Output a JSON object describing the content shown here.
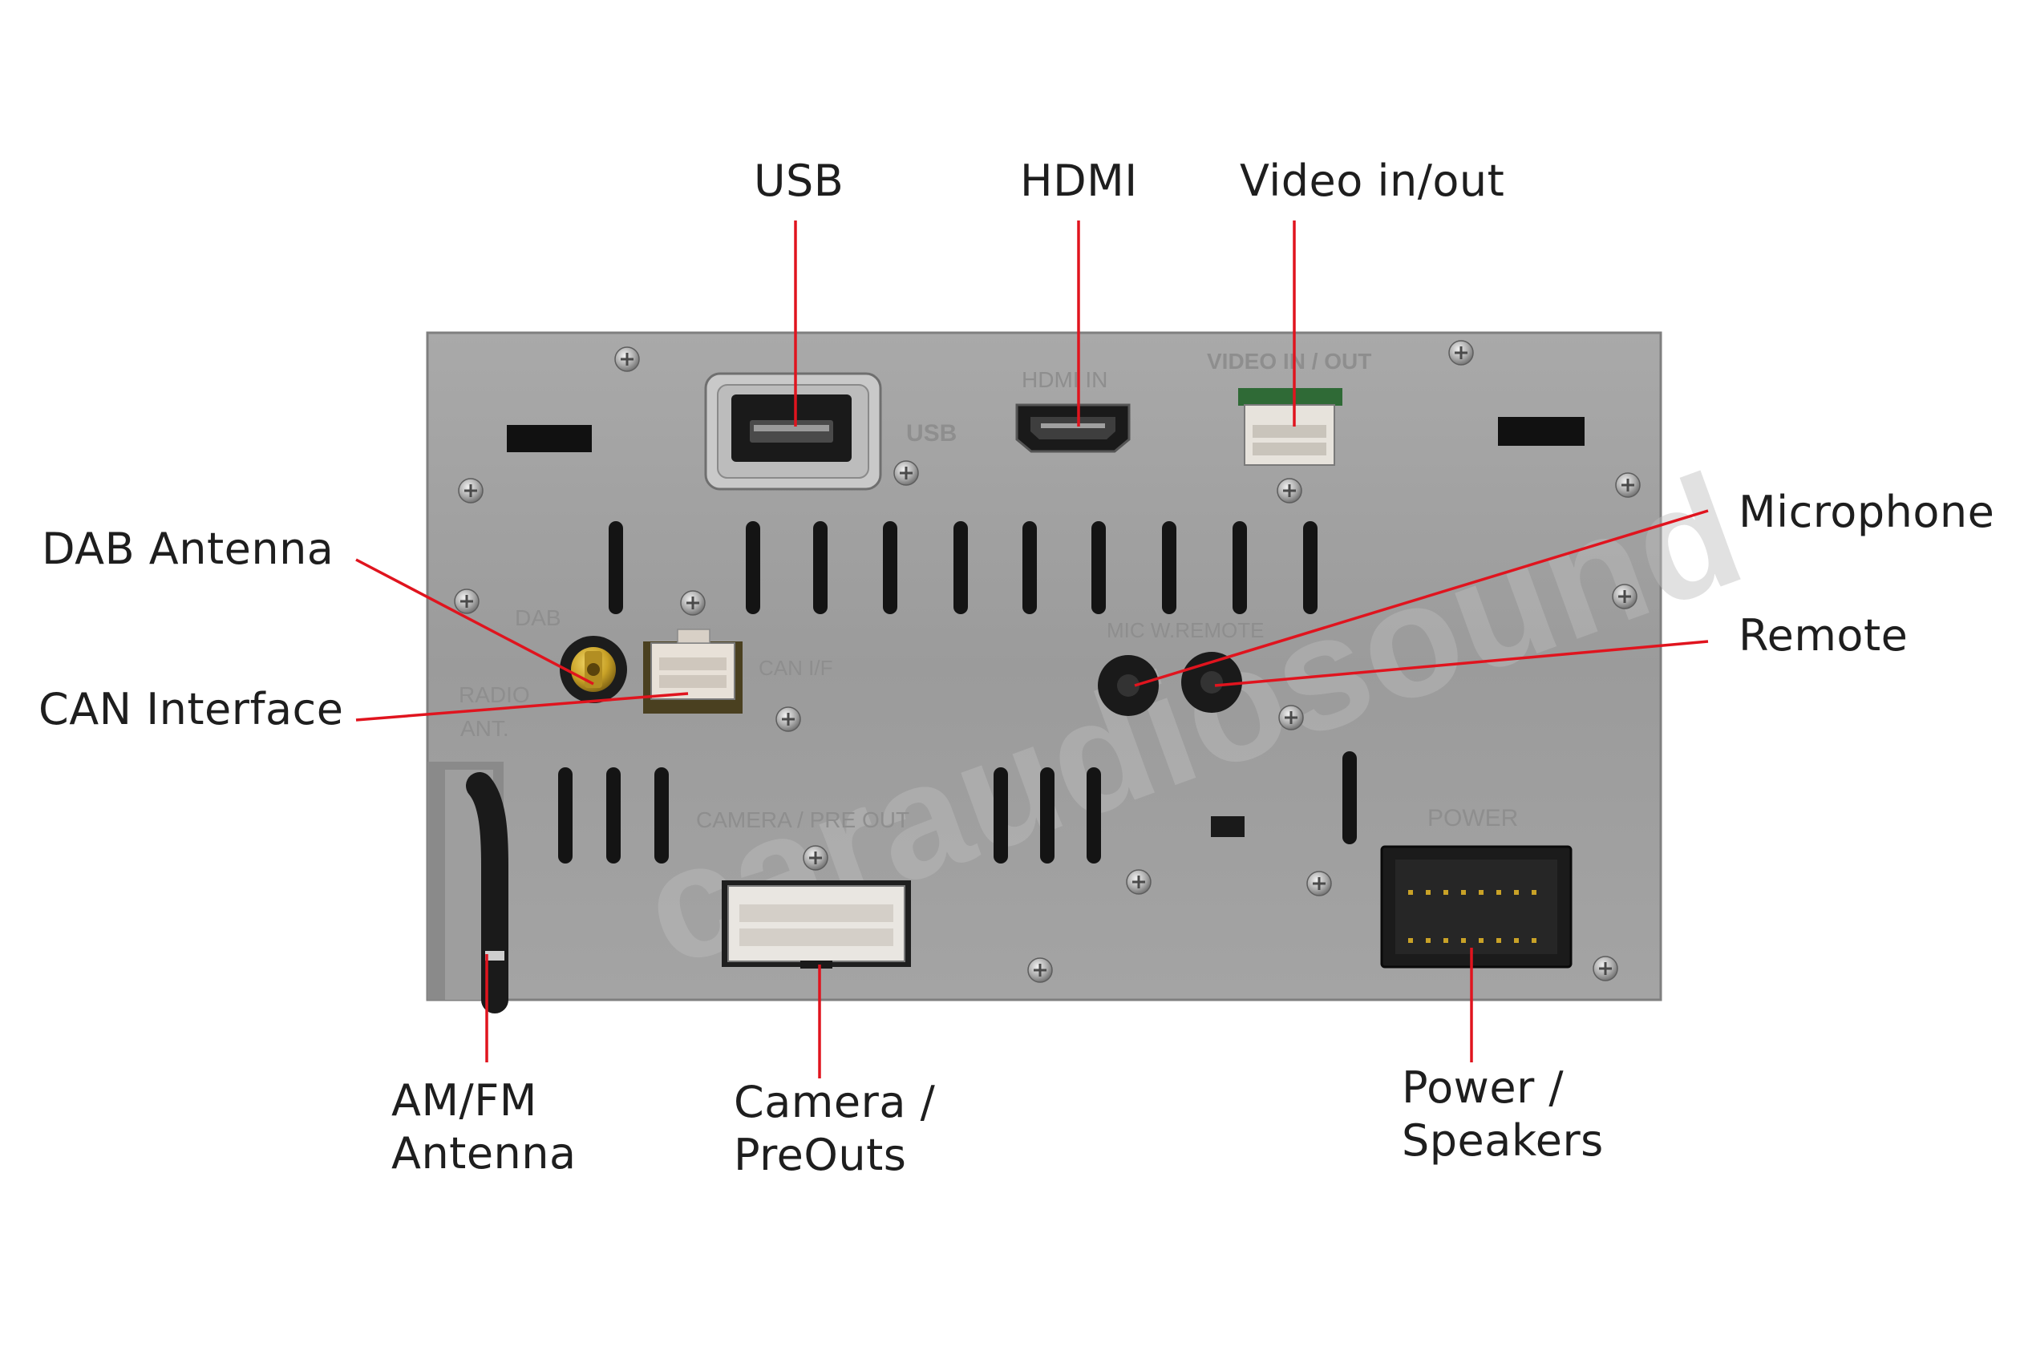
{
  "callouts": {
    "usb": "USB",
    "hdmi": "HDMI",
    "video": "Video in/out",
    "dab": "DAB Antenna",
    "can": "CAN Interface",
    "microphone": "Microphone",
    "remote": "Remote",
    "amfm_line1": "AM/FM",
    "amfm_line2": "Antenna",
    "camera_line1": "Camera /",
    "camera_line2": "PreOuts",
    "power_line1": "Power /",
    "power_line2": "Speakers"
  },
  "panel_labels": {
    "usb": "USB",
    "hdmi_in": "HDMI IN",
    "video_in_out": "VIDEO IN / OUT",
    "dab": "DAB",
    "radio": "RADIO",
    "ant": "ANT.",
    "can_if": "CAN I/F",
    "mic_remote": "MIC W.REMOTE",
    "camera_pre_out": "CAMERA / PRE OUT",
    "power": "POWER"
  },
  "watermark": "caraudiosound",
  "colors": {
    "leader_line": "#e0141e",
    "panel": "#9a9a9a",
    "background": "#ffffff",
    "text": "#1e1e1e",
    "dab_connector": "#c9a227"
  }
}
